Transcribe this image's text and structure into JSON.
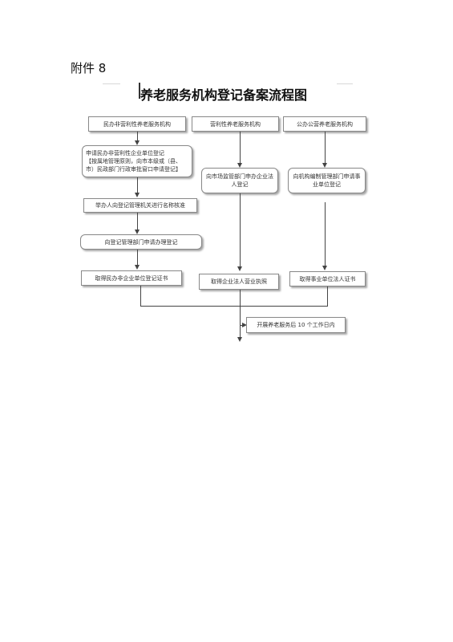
{
  "attachment_label": "附件 8",
  "title": "养老服务机构登记备案流程图",
  "nodes": {
    "nonprofit_org": "民办非营利性养老服务机构",
    "forprofit_org": "营利性养老服务机构",
    "public_org": "公办公营养老服务机构",
    "apply_nonprofit_line1": "申请民办非营利性企业单位登记",
    "apply_nonprofit_line2": "【按属地管理原则，向市本级或（县、",
    "apply_nonprofit_line3": "市）民政部门行政审批窗口申请登记】",
    "market_reg": "向市场监管部门申办企业法人登记",
    "staff_reg": "向机构编制管理部门申请事业单位登记",
    "name_check": "举办人向登记管理机关进行名称核准",
    "apply_reg": "向登记管理部门申请办理登记",
    "nonprofit_cert": "取得民办非企业单位登记证书",
    "business_license": "取得企业法人营业执照",
    "public_cert": "取得事业单位法人证书",
    "filing": "开展养老服务后 10 个工作日内"
  }
}
